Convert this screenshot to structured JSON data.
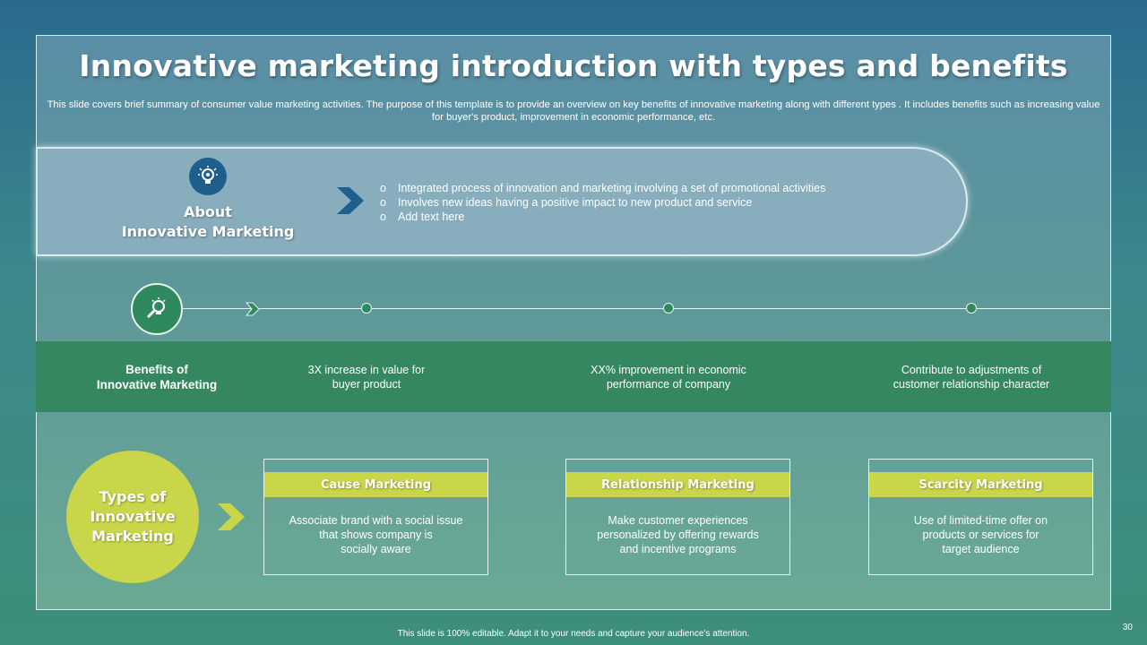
{
  "title": "Innovative marketing introduction with types and benefits",
  "subtitle": "This slide covers brief summary of consumer value marketing activities. The purpose of this template is to provide an overview on key benefits of innovative marketing along with different types . It includes benefits such as increasing value for buyer's product, improvement in economic performance, etc.",
  "about": {
    "icon": "lightbulb-gear-icon",
    "title": "About\nInnovative Marketing",
    "bullets": [
      "Integrated  process  of  innovation  and  marketing  involving  a  set of  promotional  activities",
      "Involves  new  ideas  having  a  positive  impact  to new  product  and  service",
      "Add text here"
    ]
  },
  "benefits": {
    "icon": "lightbulb-magnifier-icon",
    "title": "Benefits of\nInnovative Marketing",
    "items": [
      "3X  increase  in  value  for\nbuyer product",
      "XX%  improvement  in  economic\nperformance  of  company",
      "Contribute  to adjustments  of\ncustomer relationship character"
    ]
  },
  "types": {
    "label": "Types of\nInnovative\nMarketing",
    "cards": [
      {
        "heading": "Cause Marketing",
        "text": "Associate brand  with  a social issue\nthat shows company is\nsocially aware"
      },
      {
        "heading": "Relationship Marketing",
        "text": "Make customer experiences\npersonalized  by offering  rewards\nand  incentive  programs"
      },
      {
        "heading": "Scarcity Marketing",
        "text": "Use  of  limited-time  offer  on\nproducts  or  services  for\ntarget  audience"
      }
    ]
  },
  "footer": "This slide is 100% editable.  Adapt it to your needs and capture your audience's attention.",
  "page_number": "30",
  "colors": {
    "accent_green": "#34875f",
    "accent_lime": "#c9d64a",
    "accent_blue": "#1f5f8e"
  }
}
